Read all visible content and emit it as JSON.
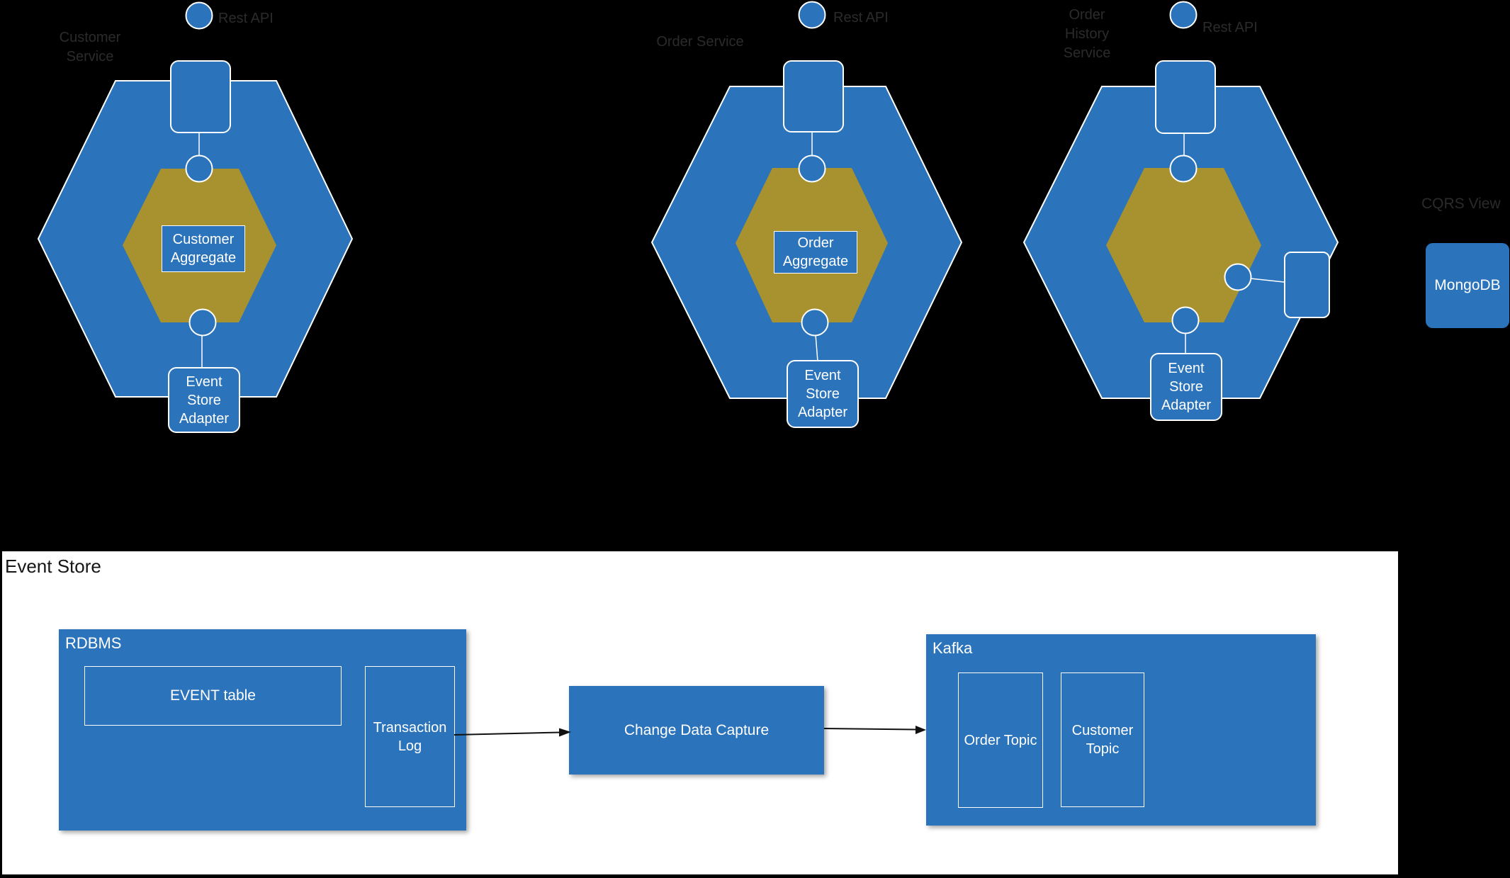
{
  "diagram": {
    "colors": {
      "blue": "#2B73BB",
      "gold": "#A8922F",
      "background": "#000000",
      "panel_background": "#FFFFFF",
      "faint_label_text": "#2B2B2B",
      "box_text": "#FFFFFF",
      "arrow": "#111111"
    },
    "services": [
      {
        "name": "Customer Service",
        "rest_api": "Rest API",
        "aggregate": "Customer Aggregate",
        "event_store_adapter": "Event Store Adapter"
      },
      {
        "name": "Order Service",
        "rest_api": "Rest API",
        "aggregate": "Order Aggregate",
        "event_store_adapter": "Event Store Adapter"
      },
      {
        "name": "Order History Service",
        "rest_api": "Rest API",
        "event_store_adapter": "Event Store Adapter"
      }
    ],
    "cqrs": {
      "label": "CQRS View",
      "database": "MongoDB"
    },
    "event_store_panel": {
      "title": "Event Store",
      "rdbms": {
        "label": "RDBMS",
        "event_table": "EVENT table",
        "transaction_log": "Transaction Log"
      },
      "change_data_capture": "Change Data Capture",
      "kafka": {
        "label": "Kafka",
        "topics": [
          "Order Topic",
          "Customer Topic"
        ]
      }
    }
  }
}
